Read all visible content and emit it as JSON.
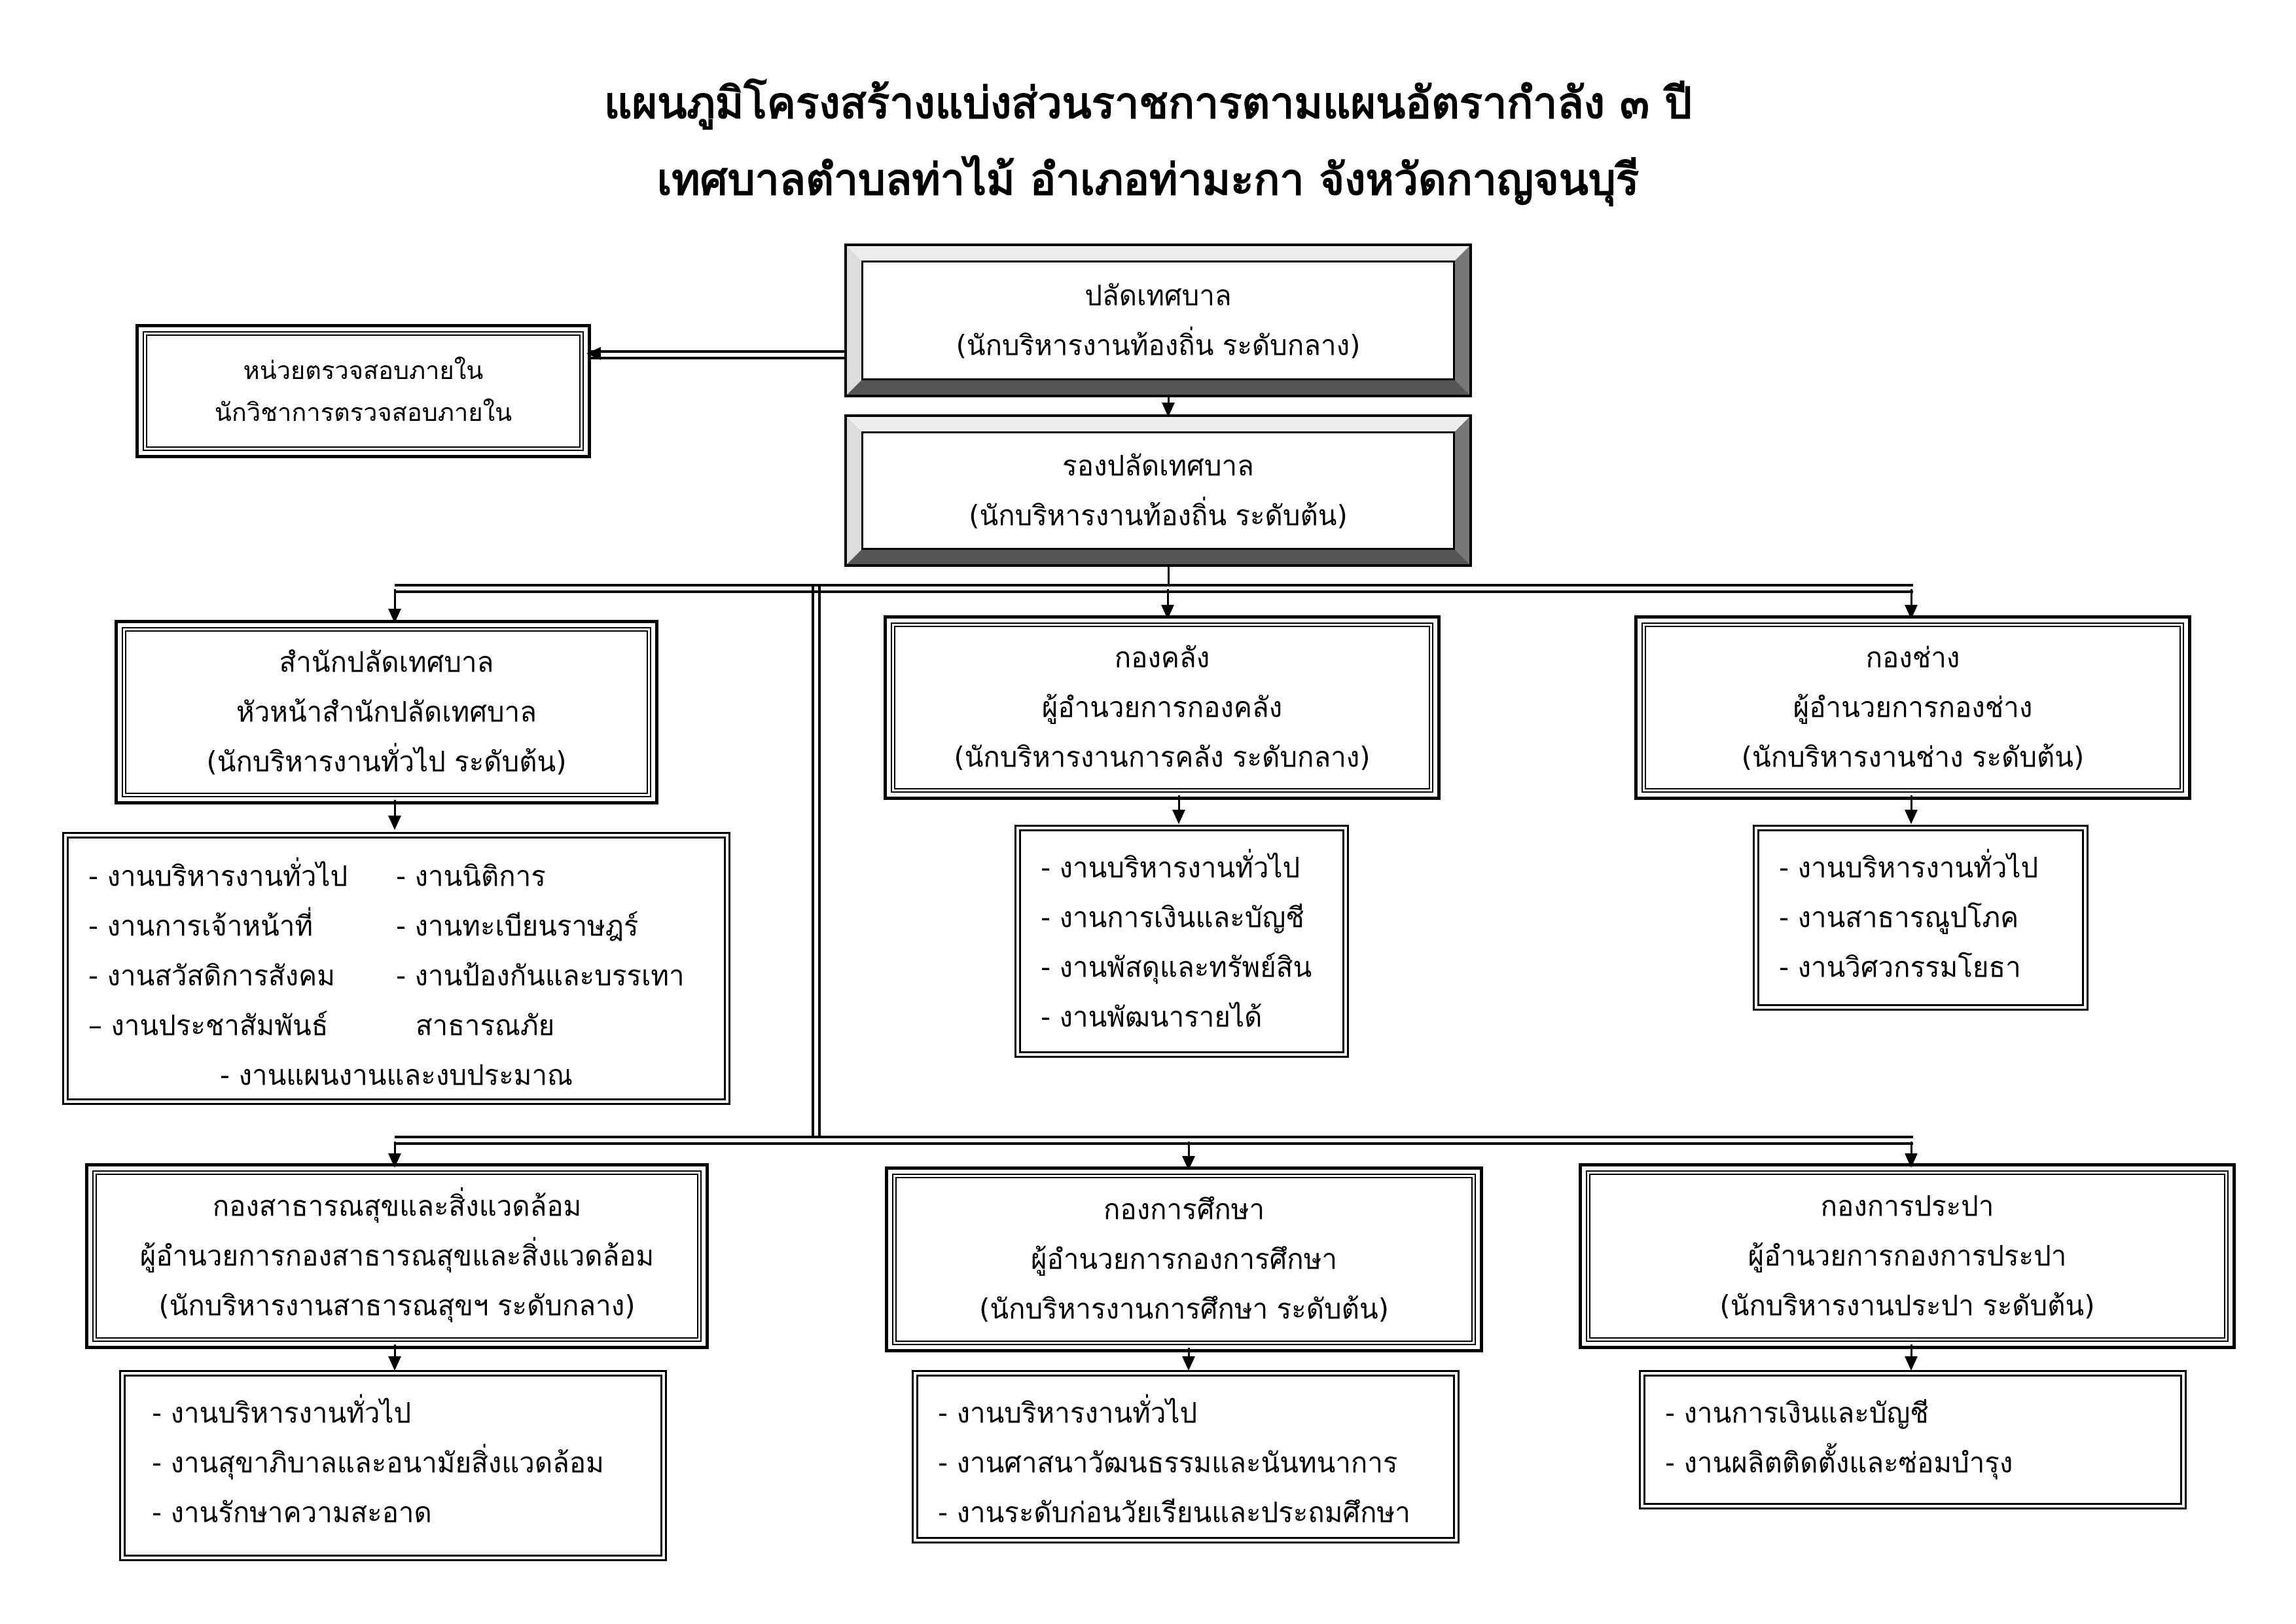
{
  "title": {
    "line1": "แผนภูมิโครงสร้างแบ่งส่วนราชการตามแผนอัตรากำลัง ๓ ปี",
    "line2": "เทศบาลตำบลท่าไม้ อำเภอท่ามะกา จังหวัดกาญจนบุรี"
  },
  "clerk": {
    "name": "ปลัดเทศบาล",
    "level": "(นักบริหารงานท้องถิ่น ระดับกลาง)"
  },
  "audit": {
    "name": "หน่วยตรวจสอบภายใน",
    "position": "นักวิชาการตรวจสอบภายใน"
  },
  "deputy": {
    "name": "รองปลัดเทศบาล",
    "level": "(นักบริหารงานท้องถิ่น ระดับต้น)"
  },
  "office": {
    "name": "สำนักปลัดเทศบาล",
    "head": "หัวหน้าสำนักปลัดเทศบาล",
    "level": "(นักบริหารงานทั่วไป ระดับต้น)",
    "col1": [
      "- งานบริหารงานทั่วไป",
      "- งานการเจ้าหน้าที่",
      "- งานสวัสดิการสังคม",
      "– งานประชาสัมพันธ์"
    ],
    "col2": [
      "- งานนิติการ",
      "- งานทะเบียนราษฎร์",
      "- งานป้องกันและบรรเทา",
      "สาธารณภัย"
    ],
    "last": "- งานแผนงานและงบประมาณ"
  },
  "finance": {
    "name": "กองคลัง",
    "head": "ผู้อำนวยการกองคลัง",
    "level": "(นักบริหารงานการคลัง ระดับกลาง)",
    "items": [
      "- งานบริหารงานทั่วไป",
      "- งานการเงินและบัญชี",
      "- งานพัสดุและทรัพย์สิน",
      "- งานพัฒนารายได้"
    ]
  },
  "engineering": {
    "name": "กองช่าง",
    "head": "ผู้อำนวยการกองช่าง",
    "level": "(นักบริหารงานช่าง ระดับต้น)",
    "items": [
      "- งานบริหารงานทั่วไป",
      "- งานสาธารณูปโภค",
      "- งานวิศวกรรมโยธา"
    ]
  },
  "health": {
    "name": "กองสาธารณสุขและสิ่งแวดล้อม",
    "head": "ผู้อำนวยการกองสาธารณสุขและสิ่งแวดล้อม",
    "level": "(นักบริหารงานสาธารณสุขฯ ระดับกลาง)",
    "items": [
      "- งานบริหารงานทั่วไป",
      "- งานสุขาภิบาลและอนามัยสิ่งแวดล้อม",
      "- งานรักษาความสะอาด"
    ]
  },
  "education": {
    "name": "กองการศึกษา",
    "head": "ผู้อำนวยการกองการศึกษา",
    "level": "(นักบริหารงานการศึกษา ระดับต้น)",
    "items": [
      "- งานบริหารงานทั่วไป",
      "- งานศาสนาวัฒนธรรมและนันทนาการ",
      "- งานระดับก่อนวัยเรียนและประถมศึกษา"
    ]
  },
  "water": {
    "name": "กองการประปา",
    "head": "ผู้อำนวยการกองการประปา",
    "level": "(นักบริหารงานประปา ระดับต้น)",
    "items": [
      "- งานการเงินและบัญชี",
      "- งานผลิตติดตั้งและซ่อมบำรุง"
    ]
  }
}
